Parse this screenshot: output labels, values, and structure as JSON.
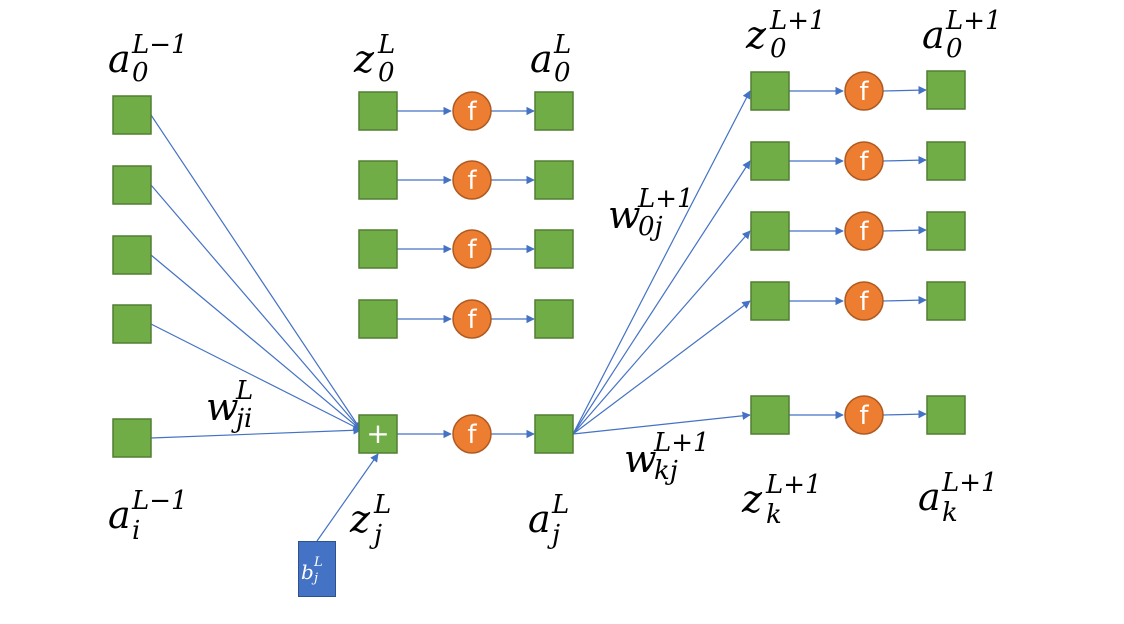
{
  "colors": {
    "node_fill": "#70ad47",
    "node_stroke": "#507e32",
    "act_fill": "#ed7d31",
    "act_stroke": "#ae5a21",
    "bias_fill": "#4472c4",
    "bias_stroke": "#2f528f",
    "edge": "#4472c4",
    "act_text": "#ffffff"
  },
  "act_symbol": "f",
  "sum_symbol": "+",
  "labels": {
    "a0_prev": {
      "base": "a",
      "sub": "0",
      "sup": "L−1"
    },
    "ai_prev": {
      "base": "a",
      "sub": "i",
      "sup": "L−1"
    },
    "w_ji": {
      "base": "w",
      "sub": "ji",
      "sup": "L"
    },
    "z0": {
      "base": "z",
      "sub": "0",
      "sup": "L"
    },
    "zj": {
      "base": "z",
      "sub": "j",
      "sup": "L"
    },
    "a0": {
      "base": "a",
      "sub": "0",
      "sup": "L"
    },
    "aj": {
      "base": "a",
      "sub": "j",
      "sup": "L"
    },
    "w_0j": {
      "base": "w",
      "sub": "0j",
      "sup": "L+1"
    },
    "w_kj": {
      "base": "w",
      "sub": "kj",
      "sup": "L+1"
    },
    "z0_next": {
      "base": "z",
      "sub": "0",
      "sup": "L+1"
    },
    "zk_next": {
      "base": "z",
      "sub": "k",
      "sup": "L+1"
    },
    "a0_next": {
      "base": "a",
      "sub": "0",
      "sup": "L+1"
    },
    "ak_next": {
      "base": "a",
      "sub": "k",
      "sup": "L+1"
    },
    "bias": {
      "base": "b",
      "sub": "j",
      "sup": "L"
    }
  }
}
